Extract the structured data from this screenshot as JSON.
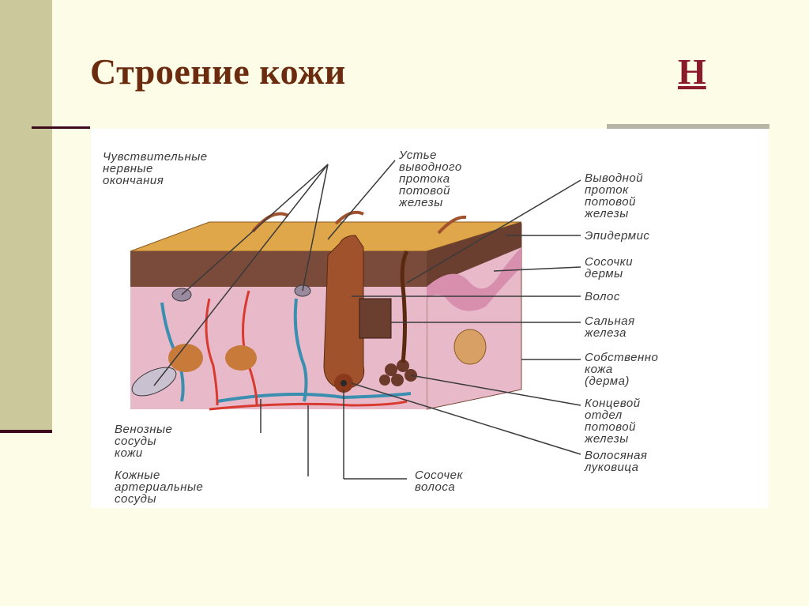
{
  "slide": {
    "title": "Строение кожи",
    "link_text": "Н"
  },
  "diagram": {
    "labels": {
      "nerve_endings": [
        "Чувствительные",
        "нервные",
        "окончания"
      ],
      "duct_mouth": [
        "Устье",
        "выводного",
        "протока",
        "потовой",
        "железы"
      ],
      "excretory_duct": [
        "Выводной",
        "проток",
        "потовой",
        "железы"
      ],
      "epidermis": [
        "Эпидермис"
      ],
      "dermal_papillae": [
        "Сосочки",
        "дермы"
      ],
      "hair": [
        "Волос"
      ],
      "sebaceous_gland": [
        "Сальная",
        "железа"
      ],
      "dermis": [
        "Собственно",
        "кожа",
        "(дерма)"
      ],
      "sweat_gland_end": [
        "Концевой",
        "отдел",
        "потовой",
        "железы"
      ],
      "hair_bulb": [
        "Волосяная",
        "луковица"
      ],
      "hair_papilla": [
        "Сосочек",
        "волоса"
      ],
      "venous_vessels": [
        "Венозные",
        "сосуды",
        "кожи"
      ],
      "arterial_vessels": [
        "Кожные",
        "артериальные",
        "сосуды"
      ]
    },
    "colors": {
      "epidermis": "#e0a64a",
      "epidermis_dark": "#7a4a3a",
      "dermis": "#e7b9c9",
      "hair": "#a0522d",
      "vein": "#3a8fb0",
      "artery": "#d93a2f",
      "gland": "#b07040"
    }
  }
}
